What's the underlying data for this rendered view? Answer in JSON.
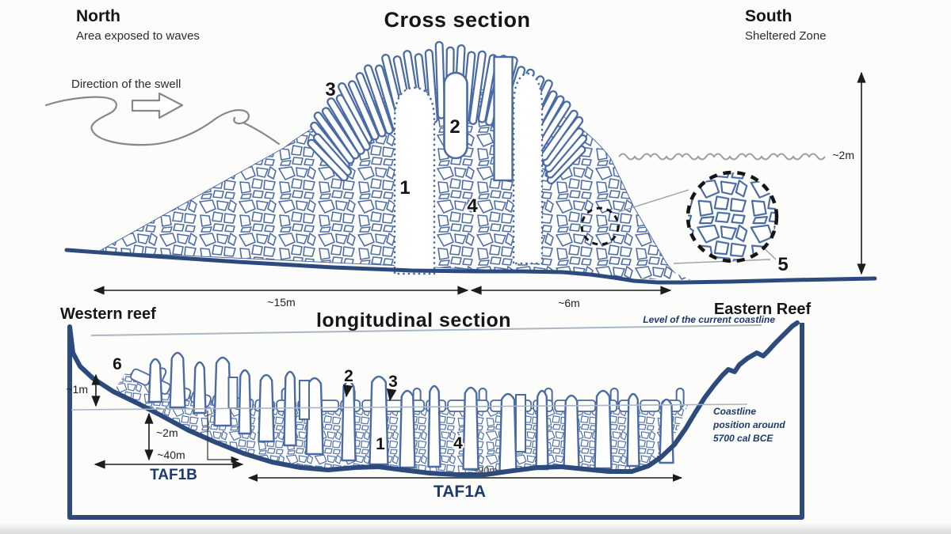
{
  "colors": {
    "ink": "#4a6ba3",
    "profile": "#2c4a7c",
    "accent_navy": "#1c3a6e",
    "sketch_gray": "#85898f",
    "thin_line": "#a9b6c4",
    "text": "#161616"
  },
  "cross_section": {
    "title": "Cross section",
    "north_title": "North",
    "north_subtitle": "Area exposed to waves",
    "south_title": "South",
    "south_subtitle": "Sheltered Zone",
    "swell_label": "Direction of the swell",
    "num1": "1",
    "num2": "2",
    "num3": "3",
    "num4": "4",
    "num5": "5",
    "height": "~2m",
    "width_main": "~15m",
    "width_apron": "~6m"
  },
  "longitudinal_section": {
    "title": "longitudinal section",
    "west_label": "Western reef",
    "east_label": "Eastern Reef",
    "current_coastline": "Level of the current coastline",
    "bce_coastline": [
      "Coastline",
      "position around",
      "5700 cal BCE"
    ],
    "num1": "1",
    "num2": "2",
    "num3": "3",
    "num4": "4",
    "num6": "6",
    "h1": "~1m",
    "h2": "~2m",
    "w40": "~40m",
    "w90": "~90m",
    "taf1b": "TAF1B",
    "taf1a": "TAF1A"
  }
}
